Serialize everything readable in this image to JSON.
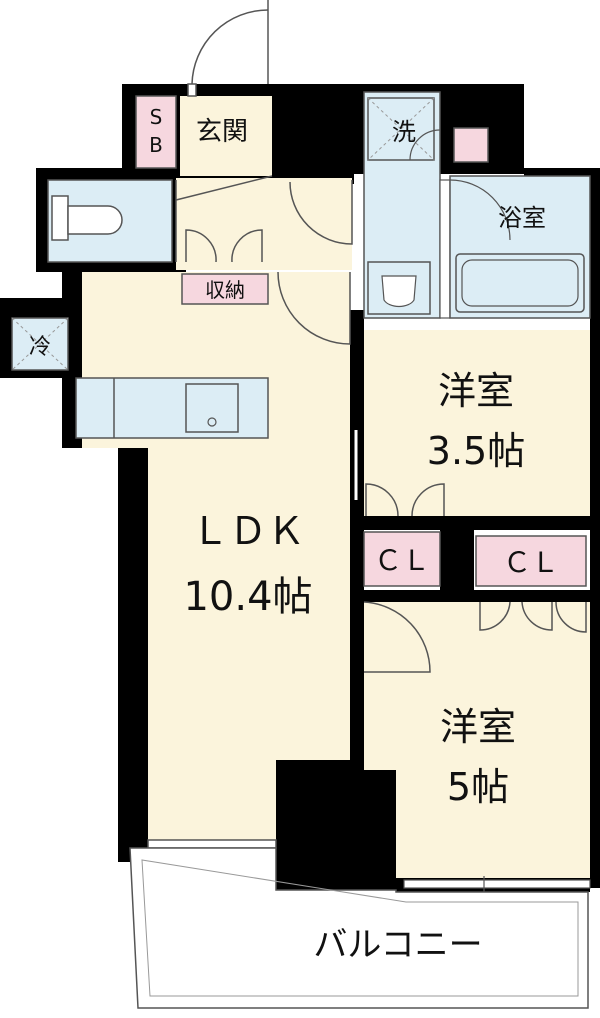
{
  "rooms": {
    "entrance": "玄関",
    "shoe_box": "S\nB",
    "laundry": "洗",
    "bath": "浴室",
    "storage": "収納",
    "fridge": "冷",
    "ldk_name": "ＬＤＫ",
    "ldk_size": "10.4帖",
    "western1_name": "洋室",
    "western1_size": "3.5帖",
    "western2_name": "洋室",
    "western2_size": "5帖",
    "closet1": "ＣＬ",
    "closet2": "ＣＬ",
    "balcony": "バルコニー"
  },
  "colors": {
    "floor": "#fbf4dc",
    "wall": "#000000",
    "wet_area": "#dcedf5",
    "storage_pink": "#f6d7df",
    "fixture_stroke": "#555555"
  }
}
